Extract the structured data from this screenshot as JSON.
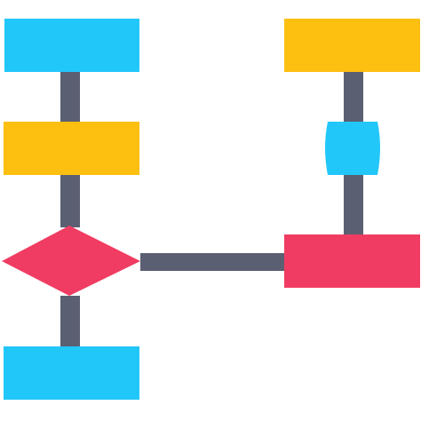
{
  "diagram": {
    "type": "flowchart-icon",
    "colors": {
      "background": "#ffffff",
      "connector": "#5b5f72",
      "blue": "#22c7f9",
      "yellow": "#fdbf10",
      "red": "#f03c62"
    },
    "nodes": [
      {
        "id": "start-process",
        "shape": "rectangle",
        "color": "blue"
      },
      {
        "id": "process-step",
        "shape": "rectangle",
        "color": "yellow"
      },
      {
        "id": "decision",
        "shape": "diamond",
        "color": "red"
      },
      {
        "id": "end-process",
        "shape": "rectangle",
        "color": "blue"
      },
      {
        "id": "right-top-process",
        "shape": "rectangle",
        "color": "yellow"
      },
      {
        "id": "connector-node",
        "shape": "rounded-barrel",
        "color": "blue"
      },
      {
        "id": "right-process",
        "shape": "rectangle",
        "color": "red"
      }
    ],
    "edges": [
      {
        "from": "start-process",
        "to": "process-step"
      },
      {
        "from": "process-step",
        "to": "decision"
      },
      {
        "from": "decision",
        "to": "end-process"
      },
      {
        "from": "decision",
        "to": "right-process"
      },
      {
        "from": "right-top-process",
        "to": "connector-node"
      },
      {
        "from": "connector-node",
        "to": "right-process"
      }
    ]
  }
}
